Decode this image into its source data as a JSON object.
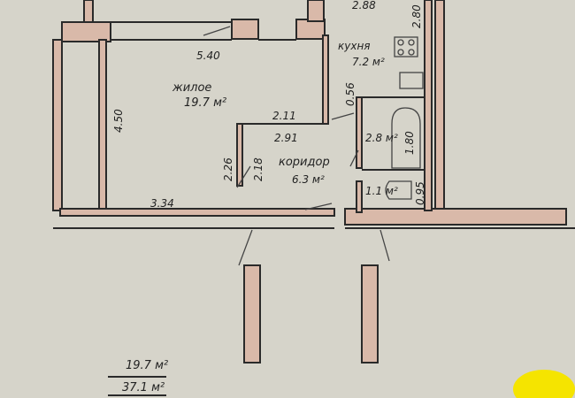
{
  "rooms": {
    "living": {
      "name": "жилое",
      "area": "19.7 м²"
    },
    "kitchen": {
      "name": "кухня",
      "area": "7.2 м²"
    },
    "corridor": {
      "name": "коридор",
      "area": "6.3 м²"
    },
    "bathroom": {
      "area": "2.8 м²"
    },
    "toilet": {
      "area": "1.1 м²"
    }
  },
  "dimensions": {
    "kitchen_width": "2.88",
    "kitchen_length": "2.80",
    "living_top": "5.40",
    "living_side": "4.50",
    "living_bottom": "3.34",
    "living_notch": "2.11",
    "corridor_top": "2.91",
    "corridor_left_a": "2.26",
    "corridor_left_b": "2.18",
    "corridor_door": "0.56",
    "bath_length": "1.80",
    "toilet_width": "0.95"
  },
  "summary": {
    "living_area": "19.7 м²",
    "total_area": "37.1 м²"
  },
  "colors": {
    "paper": "#d6d4ca",
    "wall": "#d9b9a9",
    "marker": "#f5e400"
  }
}
